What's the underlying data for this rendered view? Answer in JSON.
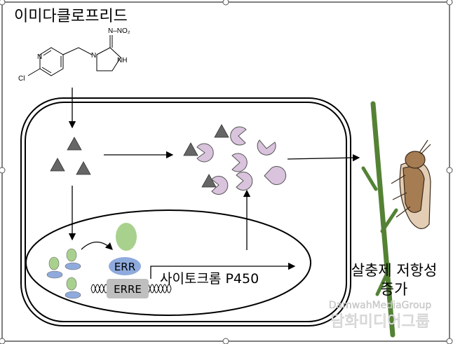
{
  "title": "이미다클로프리드",
  "chemical": {
    "n_label": "N",
    "cl_label": "Cl",
    "n1_label": "N",
    "nh_label": "NH",
    "nitro_label": "N–NO₂"
  },
  "nucleus": {
    "receptor_label": "ERR",
    "element_label": "ERRE",
    "gene_label": "사이토크롬 P450"
  },
  "outcome": {
    "line1": "살충제 저항성",
    "line2": "증가"
  },
  "watermark": {
    "en": "DamwahMediaGroup",
    "ko": "담화미디어그룹"
  },
  "colors": {
    "triangle": "#666666",
    "enzyme": "#d9c3dd",
    "green": "#a9d18e",
    "blue": "#8faadc",
    "gray": "#bfbfbf",
    "stem": "#548235",
    "insect": "#a67c52"
  }
}
